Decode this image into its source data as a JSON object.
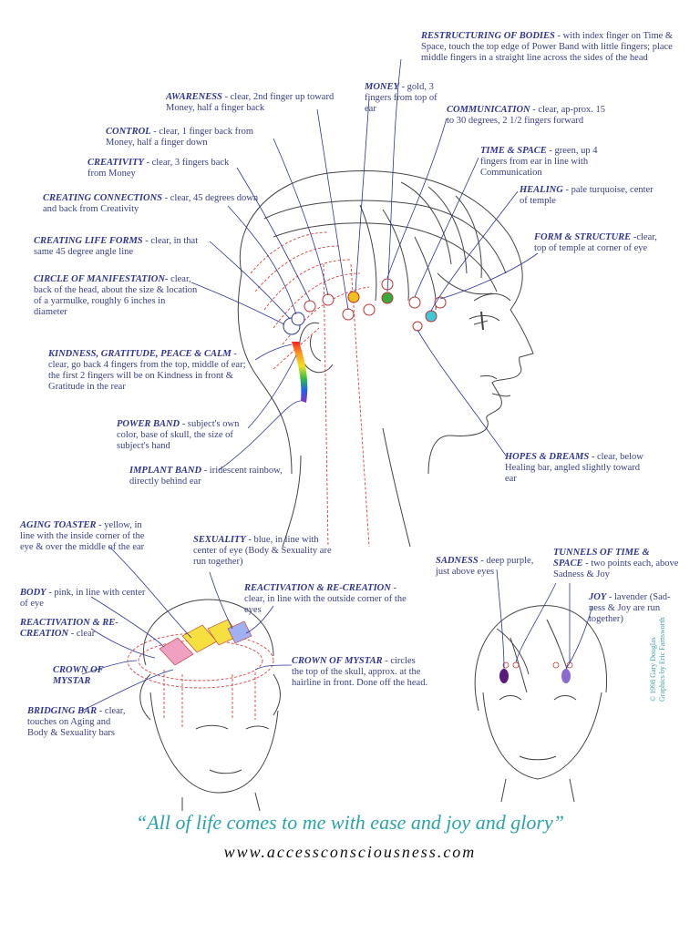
{
  "points": [
    {
      "id": "restructuring",
      "title": "RESTRUCTURING OF BODIES",
      "desc": " - with index finger on Time & Space, touch the top edge of Power Band with little fingers; place middle fingers in a straight line across the sides of the head"
    },
    {
      "id": "money",
      "title": "MONEY",
      "desc": " - gold, 3 fingers from top of ear"
    },
    {
      "id": "awareness",
      "title": "AWARENESS",
      "desc": " - clear, 2nd finger up toward Money, half a finger back"
    },
    {
      "id": "communication",
      "title": "COMMUNICATION",
      "desc": " - clear, ap-prox. 15 to 30 degrees, 2 1/2 fingers forward"
    },
    {
      "id": "control",
      "title": "CONTROL",
      "desc": " - clear, 1 finger back from Money, half a finger down"
    },
    {
      "id": "creativity",
      "title": "CREATIVITY",
      "desc": " - clear, 3 fingers back from Money"
    },
    {
      "id": "time_space",
      "title": "TIME & SPACE",
      "desc": " - green, up 4 fingers from ear in line with Communication"
    },
    {
      "id": "healing",
      "title": "HEALING",
      "desc": " - pale turquoise, center of temple"
    },
    {
      "id": "creating_connections",
      "title": "CREATING CONNECTIONS",
      "desc": " - clear, 45 degrees down and back from Creativity"
    },
    {
      "id": "creating_life_forms",
      "title": "CREATING LIFE FORMS",
      "desc": " - clear, in that same 45 degree angle line"
    },
    {
      "id": "form_structure",
      "title": "FORM & STRUCTURE",
      "desc": " -clear, top of temple at corner of eye"
    },
    {
      "id": "circle_manifestation",
      "title": "CIRCLE OF MANIFESTATION-",
      "desc": " clear, back of the head, about the size & location of a yarmulke, roughly 6 inches in diameter"
    },
    {
      "id": "kindness",
      "title": "KINDNESS, GRATITUDE, PEACE & CALM",
      "desc": " - clear, go back 4 fingers from the top, middle of ear; the first 2 fingers will be on Kindness in front & Gratitude in the rear"
    },
    {
      "id": "power_band",
      "title": "POWER BAND",
      "desc": " - subject's own color, base of skull, the size of subject's hand"
    },
    {
      "id": "implant_band",
      "title": "IMPLANT BAND",
      "desc": " - iridescent rainbow, directly behind ear"
    },
    {
      "id": "hopes_dreams",
      "title": "HOPES & DREAMS",
      "desc": " - clear, below Healing bar, angled slightly toward ear"
    },
    {
      "id": "aging_toaster",
      "title": "AGING TOASTER",
      "desc": " - yellow, in line with the inside corner of the eye & over the middle of the ear"
    },
    {
      "id": "sexuality",
      "title": "SEXUALITY",
      "desc": " - blue, in line with center of eye (Body & Sexuality are run together)"
    },
    {
      "id": "body",
      "title": "BODY",
      "desc": " - pink, in line with center of eye"
    },
    {
      "id": "reactivation_1",
      "title": "REACTIVATION & RE-CREATION",
      "desc": " - clear, in line with the outside corner of the eyes"
    },
    {
      "id": "reactivation_2",
      "title": "REACTIVATION & RE-CREATION",
      "desc": " - clear"
    },
    {
      "id": "crown_mystar_1",
      "title": "CROWN OF MYSTAR",
      "desc": ""
    },
    {
      "id": "crown_mystar_2",
      "title": "CROWN OF MYSTAR",
      "desc": " - circles the top of the skull, approx. at the hairline in front.  Done off the head."
    },
    {
      "id": "bridging_bar",
      "title": "BRIDGING BAR",
      "desc": " - clear, touches on Aging and Body & Sexuality bars"
    },
    {
      "id": "sadness",
      "title": "SADNESS",
      "desc": " - deep purple, just above eyes"
    },
    {
      "id": "tunnels",
      "title": "TUNNELS OF TIME & SPACE",
      "desc": " - two points each, above Sadness & Joy"
    },
    {
      "id": "joy",
      "title": "JOY",
      "desc": " - lavender (Sad-ness & Joy are run together)"
    }
  ],
  "quote": "“All of life comes to me with ease and joy and glory”",
  "url": "www.accessconsciousness.com",
  "credit": {
    "line1": "© 1998 Gary Douglas",
    "line2": "Graphics by Eric Farnsworth"
  },
  "colors": {
    "line": "#2b3596",
    "gold": "#f0c020",
    "green": "#3aa83a",
    "turquoise": "#40c8d8",
    "red": "#d94040",
    "purple": "#5a1a7a",
    "lavender": "#8a6ad0",
    "yellow": "#f5e040",
    "pink": "#f0a0c0",
    "blue": "#4060d0",
    "teal_text": "#2aa3a9"
  }
}
